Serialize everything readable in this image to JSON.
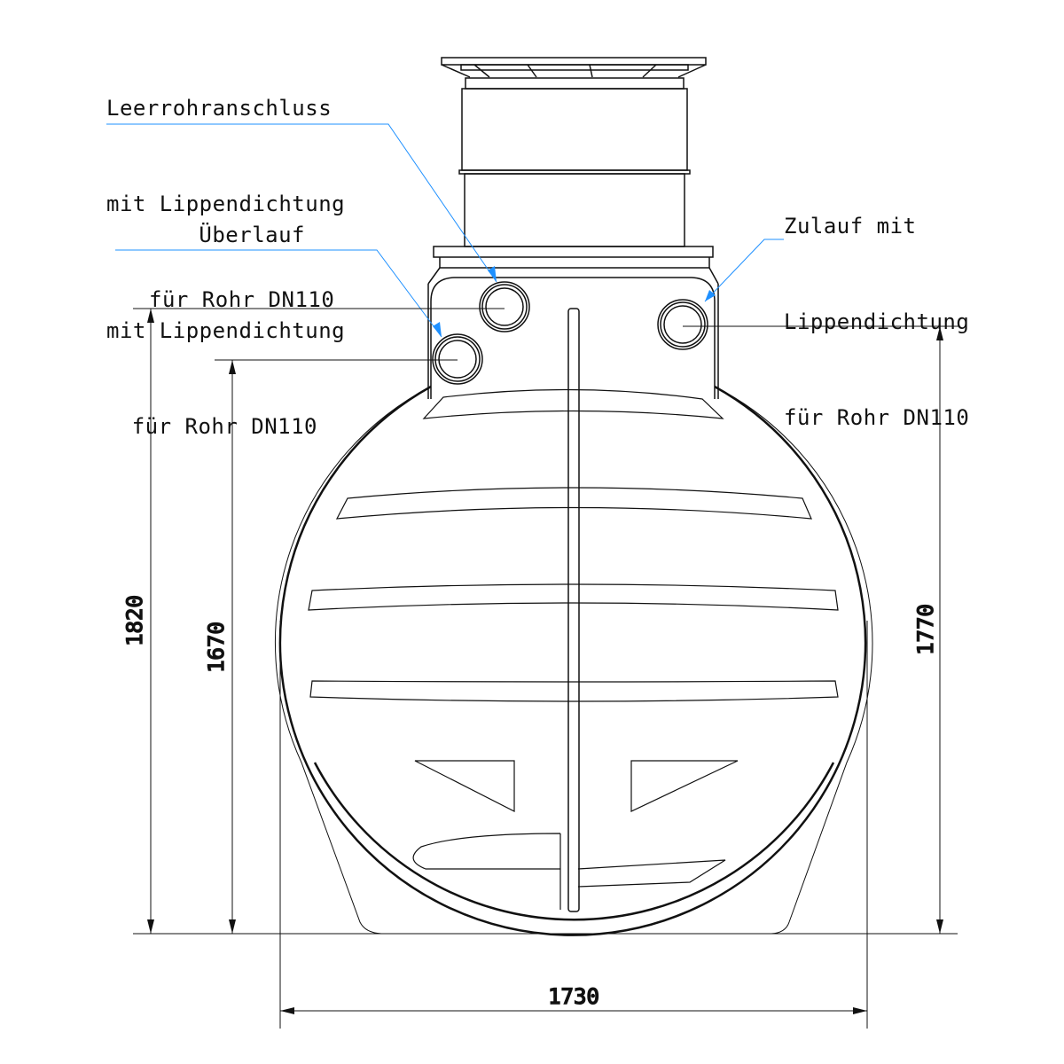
{
  "labels": {
    "leerrohr": [
      "Leerrohranschluss",
      "mit Lippendichtung",
      "für Rohr DN110"
    ],
    "ueberlauf": [
      "Überlauf",
      "mit Lippendichtung",
      "für Rohr DN110"
    ],
    "zulauf": [
      "Zulauf mit",
      "Lippendichtung",
      "für Rohr DN110"
    ]
  },
  "dimensions": {
    "total_height": "1820",
    "overflow_height": "1670",
    "inlet_height": "1770",
    "width": "1730"
  },
  "colors": {
    "leader": "#1e90ff",
    "line": "#111111"
  }
}
